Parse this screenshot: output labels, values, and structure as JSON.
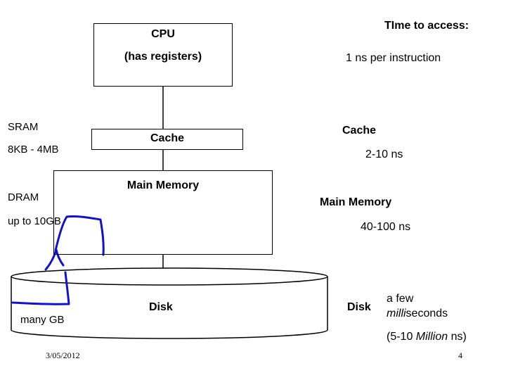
{
  "cpu": {
    "title": "CPU",
    "subtitle": "(has registers)"
  },
  "cache": {
    "title": "Cache"
  },
  "main_memory": {
    "title": "Main Memory"
  },
  "disk": {
    "title": "Disk"
  },
  "left_notes": {
    "sram": "SRAM",
    "sram_size": "8KB - 4MB",
    "dram": "DRAM",
    "dram_size": "up to 10GB",
    "disk_size": "many GB"
  },
  "access": {
    "heading": "TIme to access:",
    "cpu_time": "1 ns per instruction",
    "cache_label": "Cache",
    "cache_time": "2-10 ns",
    "memory_label": "Main Memory",
    "memory_time": "40-100 ns",
    "disk_label": "Disk",
    "disk_time_line1": "a few",
    "disk_time_line2_italic": "milli",
    "disk_time_line2_rest": "seconds",
    "disk_time_line3_open": "(5-10 ",
    "disk_time_line3_italic": "Million",
    "disk_time_line3_close": " ns)"
  },
  "footer": {
    "date": "3/05/2012",
    "page": "4"
  },
  "colors": {
    "annotation": "#1010d0",
    "line": "#000000"
  }
}
